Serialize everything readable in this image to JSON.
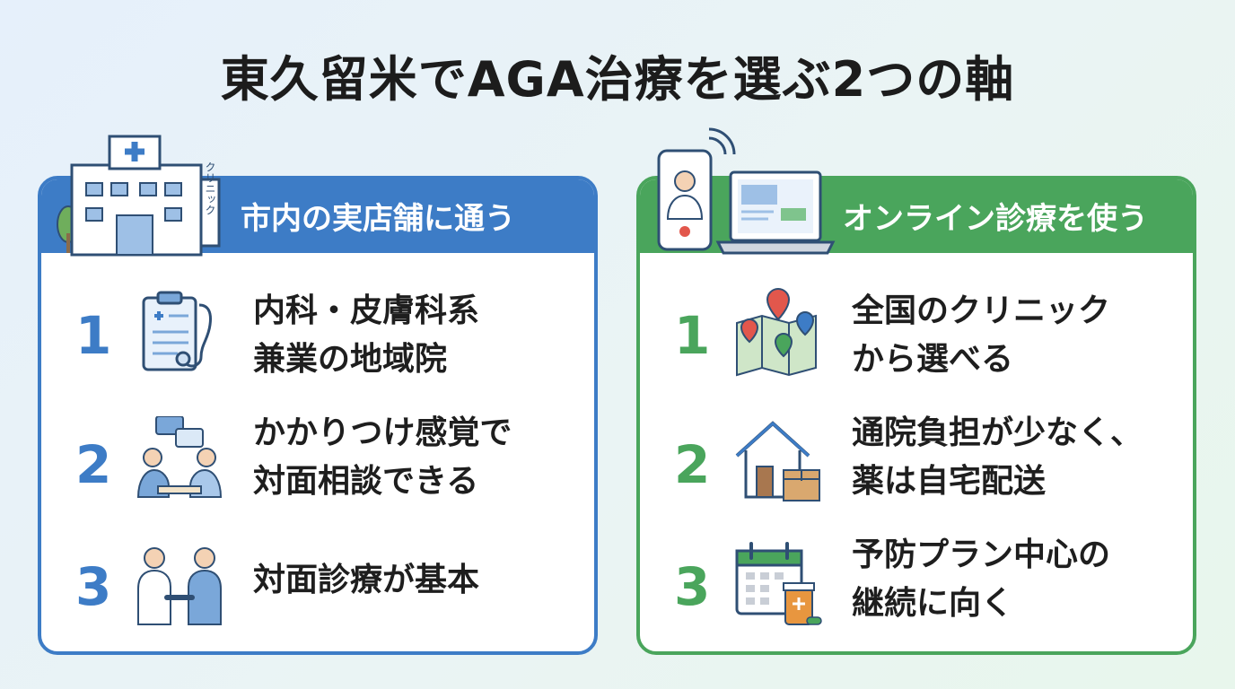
{
  "title": "東久留米でAGA治療を選ぶ2つの軸",
  "left": {
    "heading": "市内の実店舗に通う",
    "building_sign": "クリニック",
    "items": [
      {
        "num": "1",
        "line1": "内科・皮膚科系",
        "line2": "兼業の地域院",
        "icon": "clipboard-stethoscope-icon"
      },
      {
        "num": "2",
        "line1": "かかりつけ感覚で",
        "line2": "対面相談できる",
        "icon": "consultation-icon"
      },
      {
        "num": "3",
        "line1": "対面診療が基本",
        "line2": "",
        "icon": "handshake-icon"
      }
    ]
  },
  "right": {
    "heading": "オンライン診療を使う",
    "items": [
      {
        "num": "1",
        "line1": "全国のクリニック",
        "line2": "から選べる",
        "icon": "map-pin-icon"
      },
      {
        "num": "2",
        "line1": "通院負担が少なく、",
        "line2": "薬は自宅配送",
        "icon": "home-delivery-icon"
      },
      {
        "num": "3",
        "line1": "予防プラン中心の",
        "line2": "継続に向く",
        "icon": "calendar-medicine-icon"
      }
    ]
  },
  "colors": {
    "blue": "#3d7cc6",
    "green": "#4aa55c"
  }
}
